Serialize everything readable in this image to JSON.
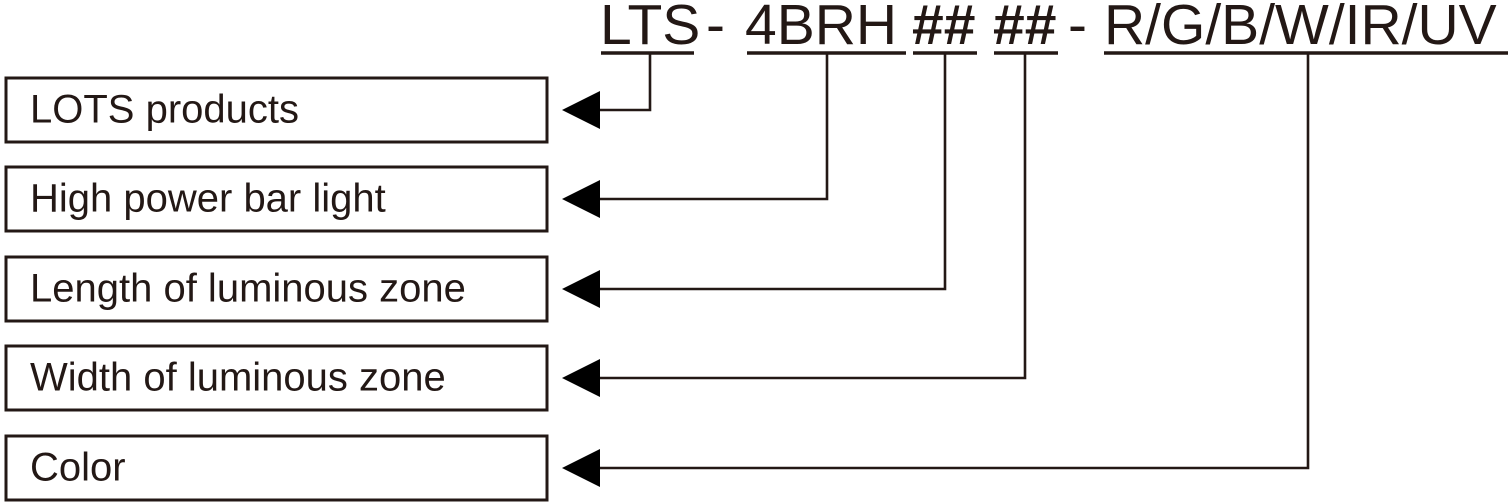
{
  "diagram": {
    "title": "LTS - 4BRH ## ## - R/G/B/W/IR/UV",
    "type": "part-number-breakdown",
    "colors": {
      "ink": "#231815",
      "arrow": "#000000",
      "background": "#ffffff"
    },
    "part_number": {
      "full": "LTS - 4BRH ## ## - R/G/B/W/IR/UV",
      "segments": [
        {
          "key": "prefix",
          "text": "LTS",
          "underlined": true,
          "bold": false
        },
        {
          "key": "dash1",
          "text": "-",
          "underlined": false,
          "bold": false
        },
        {
          "key": "series",
          "text": "4BRH",
          "underlined": true,
          "bold": false
        },
        {
          "key": "length",
          "text": "##",
          "underlined": true,
          "bold": true
        },
        {
          "key": "width",
          "text": "##",
          "underlined": true,
          "bold": true
        },
        {
          "key": "dash2",
          "text": "-",
          "underlined": false,
          "bold": false
        },
        {
          "key": "color",
          "text": "R/G/B/W/IR/UV",
          "underlined": true,
          "bold": false
        }
      ]
    },
    "labels": [
      {
        "id": "lots-products",
        "text": "LOTS products",
        "segment": "prefix"
      },
      {
        "id": "high-power-bar-light",
        "text": "High power bar light",
        "segment": "series"
      },
      {
        "id": "length-luminous-zone",
        "text": "Length of luminous zone",
        "segment": "length"
      },
      {
        "id": "width-luminous-zone",
        "text": "Width of luminous zone",
        "segment": "width"
      },
      {
        "id": "color",
        "text": "Color",
        "segment": "color"
      }
    ]
  }
}
